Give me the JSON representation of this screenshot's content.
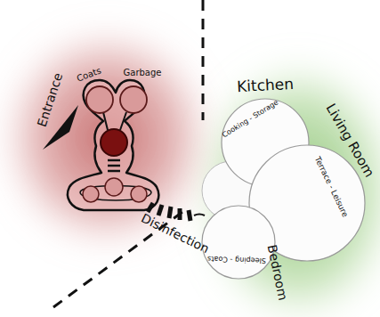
{
  "diagram": {
    "nodes": [
      {
        "text": [
          "Coats"
        ]
      },
      {
        "text": [
          "Garbage"
        ]
      },
      {
        "text": [
          "Kitchen",
          "Cooking - Storage"
        ]
      },
      {
        "text": [
          "Living Room",
          "Terrace - Leisure"
        ]
      },
      {
        "text": [
          "Bedroom",
          "Sleeping - Coats"
        ]
      }
    ],
    "labels": [
      "Entrance",
      "Disinfection"
    ]
  }
}
